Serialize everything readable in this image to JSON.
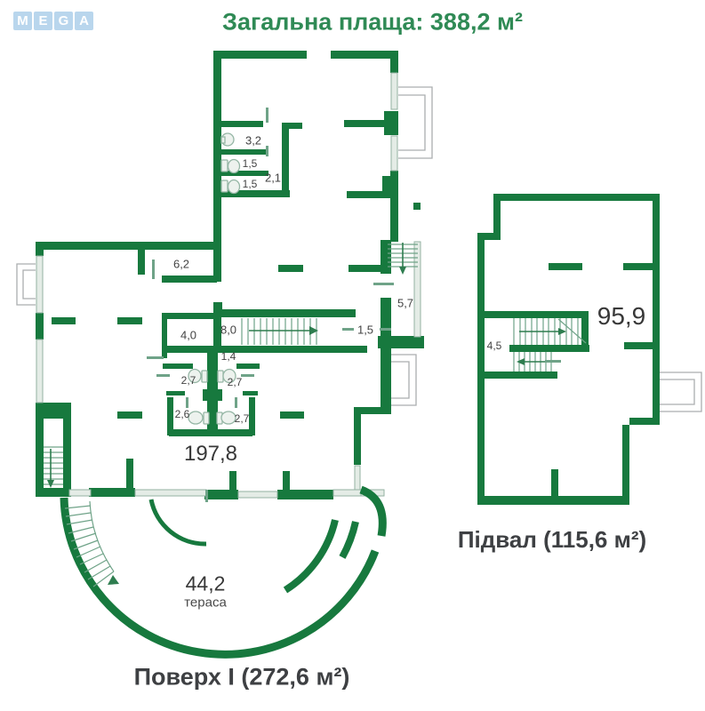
{
  "title": "Загальна плаща: 388,2 м²",
  "logo": {
    "letters": [
      "M",
      "E",
      "G",
      "A"
    ]
  },
  "colors": {
    "wall": "#17793E",
    "title": "#2F8A55",
    "label": "#434343",
    "caption": "#3E4043",
    "logo_bg": "#B9D6ED",
    "logo_text": "#FFFFFF",
    "window": "#E4ECE6",
    "window_stroke": "#93B2A2",
    "fixture": "#EDF2EE",
    "gray": "#ABADAF",
    "thin": "#6FA388"
  },
  "floor1": {
    "caption": "Поверх I (272,6 м²)",
    "area_label": "197,8",
    "terrace": {
      "value": "44,2",
      "label": "тераса"
    },
    "rooms": {
      "bath": "3,2",
      "wc_top": "1,5",
      "hall_small": "2,1",
      "wc_bottom": "1,5",
      "room_62": "6,2",
      "stair_hall": "5,7",
      "room_40": "4,0",
      "stair": "8,0",
      "door": "1,5",
      "lobby_14": "1,4",
      "wc1": "2,7",
      "wc2": "2,7",
      "wc3": "2,6",
      "wc4": "2,7"
    }
  },
  "basement": {
    "caption": "Підвал (115,6 м²)",
    "area_label": "95,9",
    "stair_label": "4,5"
  }
}
